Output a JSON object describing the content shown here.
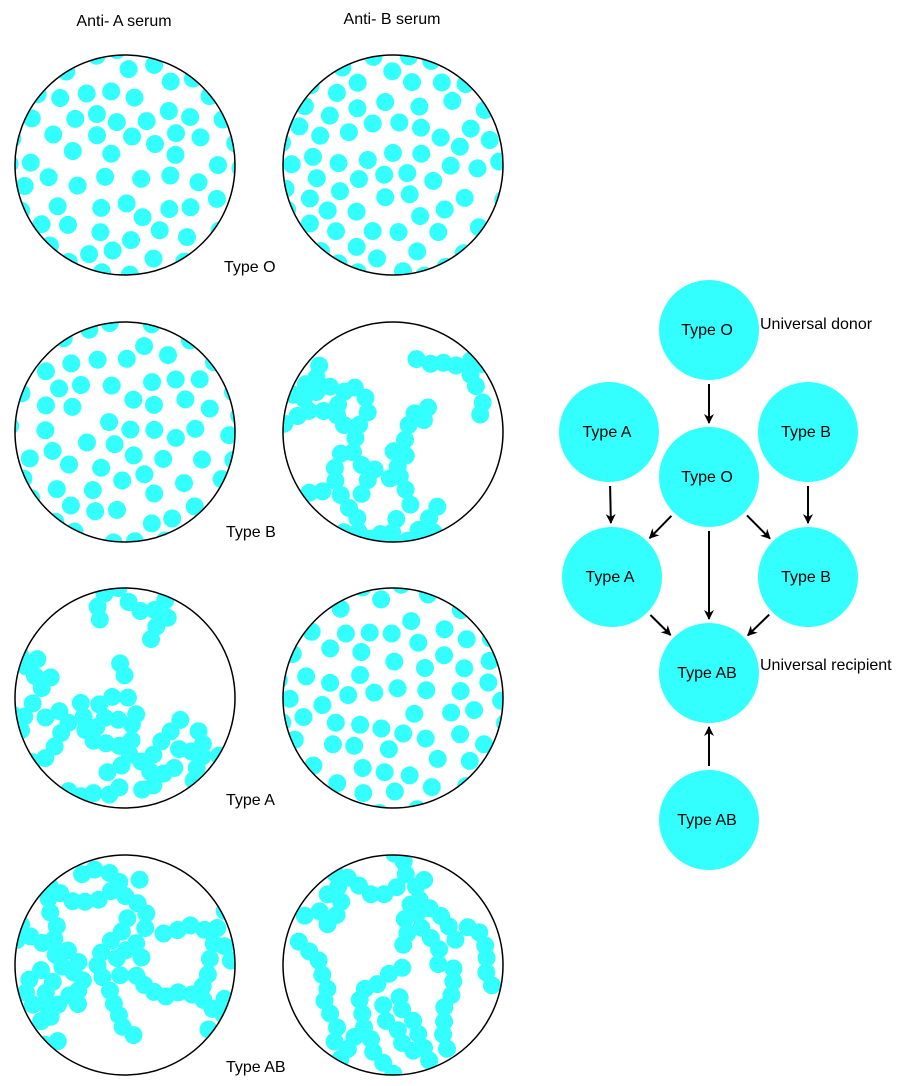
{
  "column_headers": {
    "anti_a": "Anti- A serum",
    "anti_b": "Anti- B serum"
  },
  "rows": [
    {
      "type_label": "Type O",
      "anti_a_result": "no-agglutination",
      "anti_b_result": "no-agglutination"
    },
    {
      "type_label": "Type B",
      "anti_a_result": "no-agglutination",
      "anti_b_result": "agglutination"
    },
    {
      "type_label": "Type A",
      "anti_a_result": "agglutination",
      "anti_b_result": "no-agglutination"
    },
    {
      "type_label": "Type AB",
      "anti_a_result": "agglutination",
      "anti_b_result": "agglutination"
    }
  ],
  "compatibility": {
    "nodes": [
      {
        "id": "o_top",
        "label": "Type O"
      },
      {
        "id": "a_top",
        "label": "Type A"
      },
      {
        "id": "b_top",
        "label": "Type B"
      },
      {
        "id": "o_mid",
        "label": "Type O"
      },
      {
        "id": "a_mid",
        "label": "Type A"
      },
      {
        "id": "b_mid",
        "label": "Type B"
      },
      {
        "id": "ab_mid",
        "label": "Type AB"
      },
      {
        "id": "ab_bot",
        "label": "Type AB"
      }
    ],
    "edges": [
      {
        "from": "o_top",
        "to": "o_mid"
      },
      {
        "from": "a_top",
        "to": "a_mid"
      },
      {
        "from": "b_top",
        "to": "b_mid"
      },
      {
        "from": "o_mid",
        "to": "a_mid"
      },
      {
        "from": "o_mid",
        "to": "b_mid"
      },
      {
        "from": "o_mid",
        "to": "ab_mid"
      },
      {
        "from": "a_mid",
        "to": "ab_mid"
      },
      {
        "from": "b_mid",
        "to": "ab_mid"
      },
      {
        "from": "ab_bot",
        "to": "ab_mid"
      }
    ],
    "annotations": {
      "universal_donor": "Universal donor",
      "universal_recipient": "Universal recipient"
    }
  },
  "colors": {
    "cell": "#33ffff",
    "dish_border": "#000000",
    "arrow": "#000000"
  }
}
